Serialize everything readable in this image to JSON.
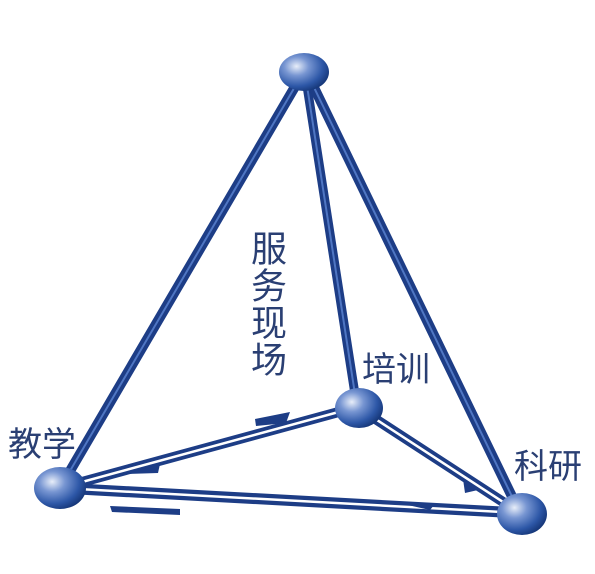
{
  "labels": {
    "teaching": "教学",
    "training": "培训",
    "research": "科研",
    "service": "服务现场"
  },
  "colors": {
    "edge": "#1d3d86",
    "edge_highlight": "#ffffff",
    "axis": "#2f6e2f",
    "node_light": "#dfe8f7",
    "node_mid": "#4f76c3",
    "node_dark": "#17387a",
    "text": "#2a3f73"
  }
}
